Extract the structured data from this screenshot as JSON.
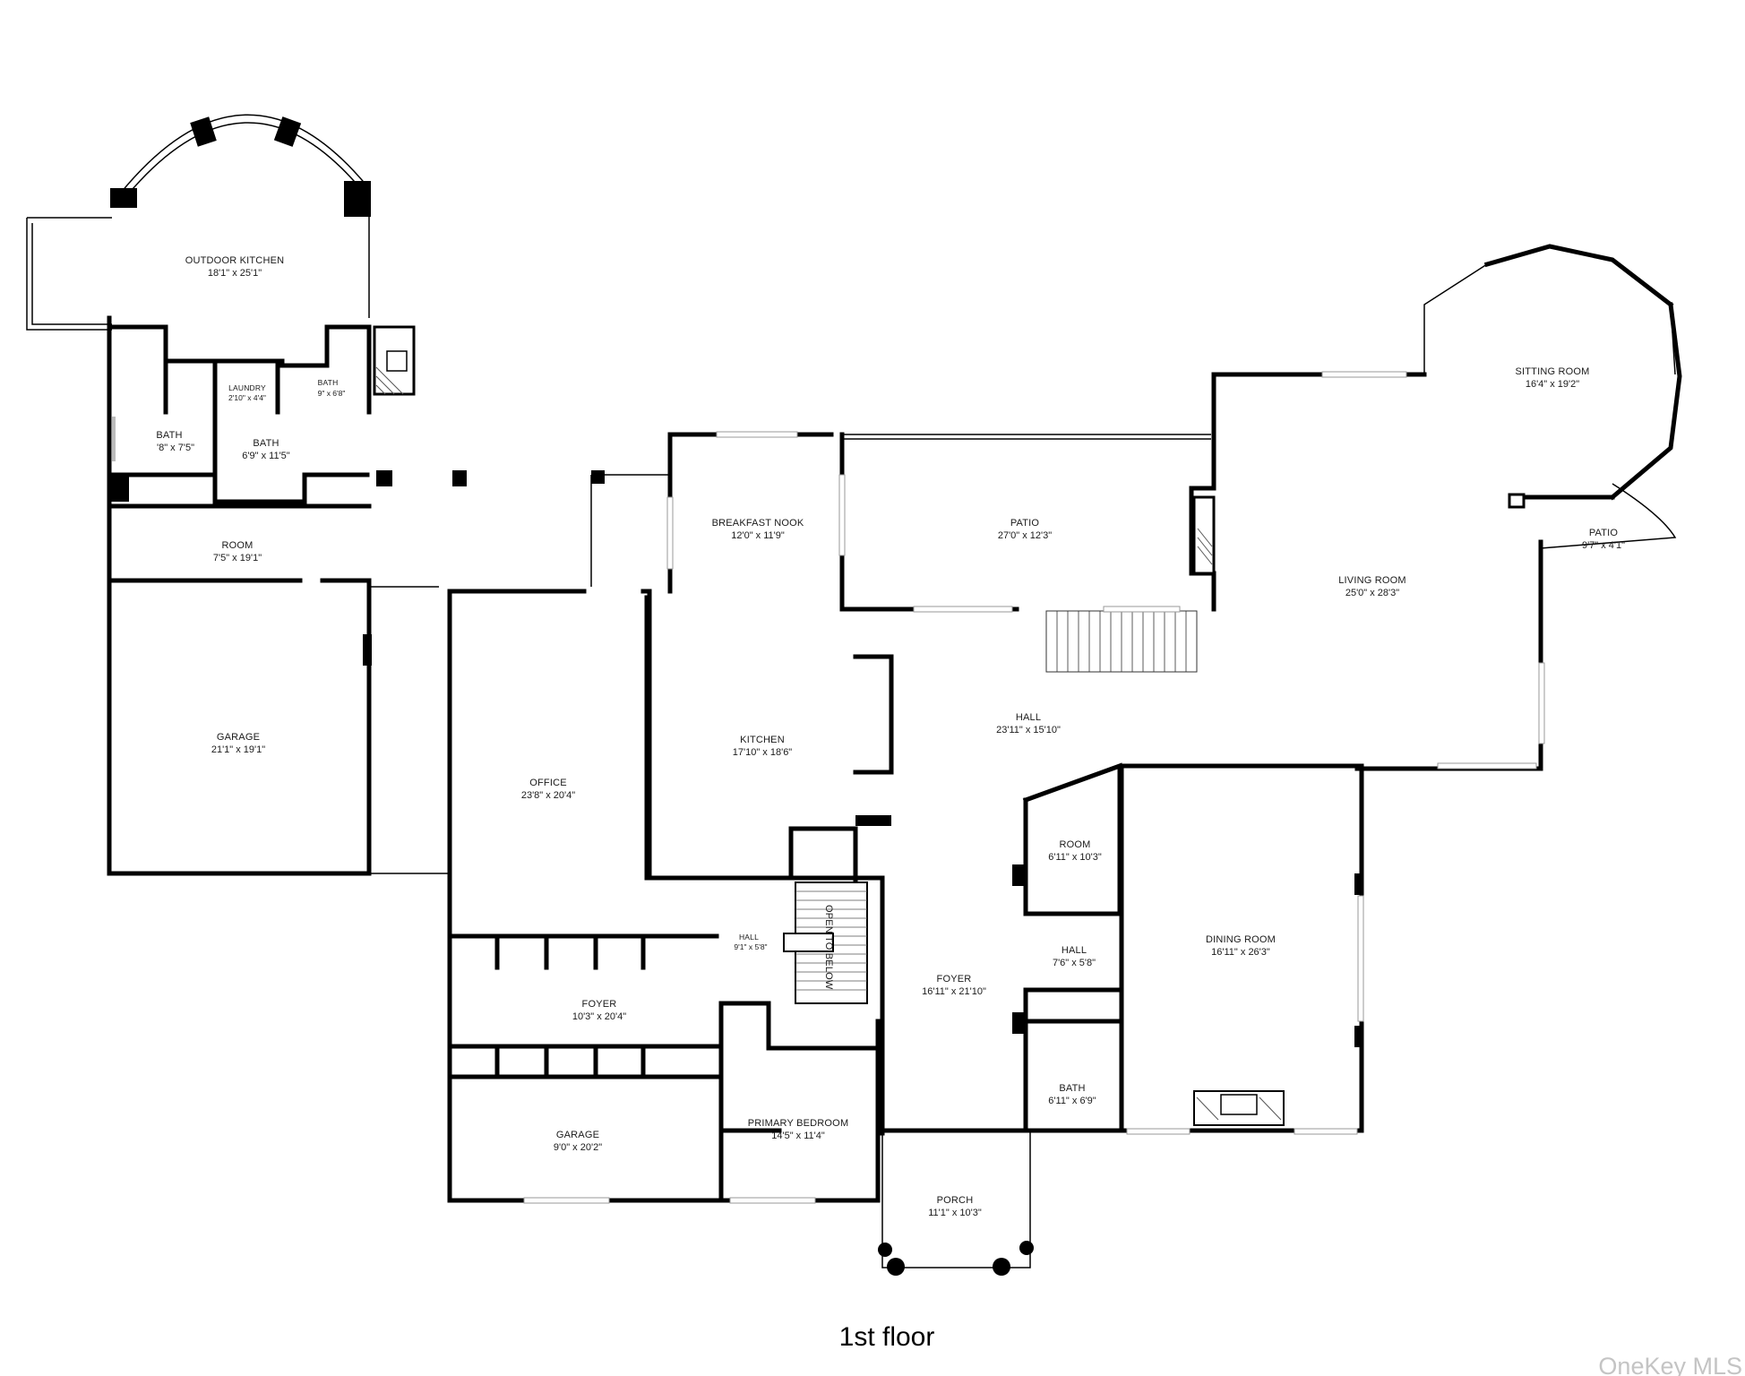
{
  "floor_title": "1st floor",
  "watermark": "OneKey MLS",
  "rooms": {
    "outdoor_kitchen": {
      "name": "OUTDOOR KITCHEN",
      "dim": "18'1\" x 25'1\""
    },
    "laundry": {
      "name": "LAUNDRY",
      "dim": "2'10\" x 4'4\""
    },
    "bath_top": {
      "name": "BATH",
      "dim": "9\" x 6'8\""
    },
    "bath_left": {
      "name": "BATH",
      "dim": "'8\" x 7'5\""
    },
    "bath_mid": {
      "name": "BATH",
      "dim": "6'9\" x 11'5\""
    },
    "room_top": {
      "name": "ROOM",
      "dim": "7'5\" x 19'1\""
    },
    "garage_left": {
      "name": "GARAGE",
      "dim": "21'1\" x 19'1\""
    },
    "breakfast_nook": {
      "name": "BREAKFAST NOOK",
      "dim": "12'0\" x 11'9\""
    },
    "patio_main": {
      "name": "PATIO",
      "dim": "27'0\" x 12'3\""
    },
    "sitting_room": {
      "name": "SITTING ROOM",
      "dim": "16'4\" x 19'2\""
    },
    "patio_small": {
      "name": "PATIO",
      "dim": "9'7\" x 4'1\""
    },
    "living_room": {
      "name": "LIVING ROOM",
      "dim": "25'0\" x 28'3\""
    },
    "hall_main": {
      "name": "HALL",
      "dim": "23'11\" x 15'10\""
    },
    "kitchen": {
      "name": "KITCHEN",
      "dim": "17'10\" x 18'6\""
    },
    "office": {
      "name": "OFFICE",
      "dim": "23'8\" x 20'4\""
    },
    "room_small": {
      "name": "ROOM",
      "dim": "6'11\" x 10'3\""
    },
    "hall_small": {
      "name": "HALL",
      "dim": "9'1\" x 5'8\""
    },
    "hall_mid": {
      "name": "HALL",
      "dim": "7'6\" x 5'8\""
    },
    "dining_room": {
      "name": "DINING ROOM",
      "dim": "16'11\" x 26'3\""
    },
    "foyer_left": {
      "name": "FOYER",
      "dim": "10'3\" x 20'4\""
    },
    "foyer_main": {
      "name": "FOYER",
      "dim": "16'11\" x 21'10\""
    },
    "bath_bottom": {
      "name": "BATH",
      "dim": "6'11\" x 6'9\""
    },
    "garage_bottom": {
      "name": "GARAGE",
      "dim": "9'0\" x 20'2\""
    },
    "primary_bedroom": {
      "name": "PRIMARY BEDROOM",
      "dim": "14'5\" x 11'4\""
    },
    "porch": {
      "name": "PORCH",
      "dim": "11'1\" x 10'3\""
    }
  },
  "stair_label": "OPEN TO BELOW"
}
